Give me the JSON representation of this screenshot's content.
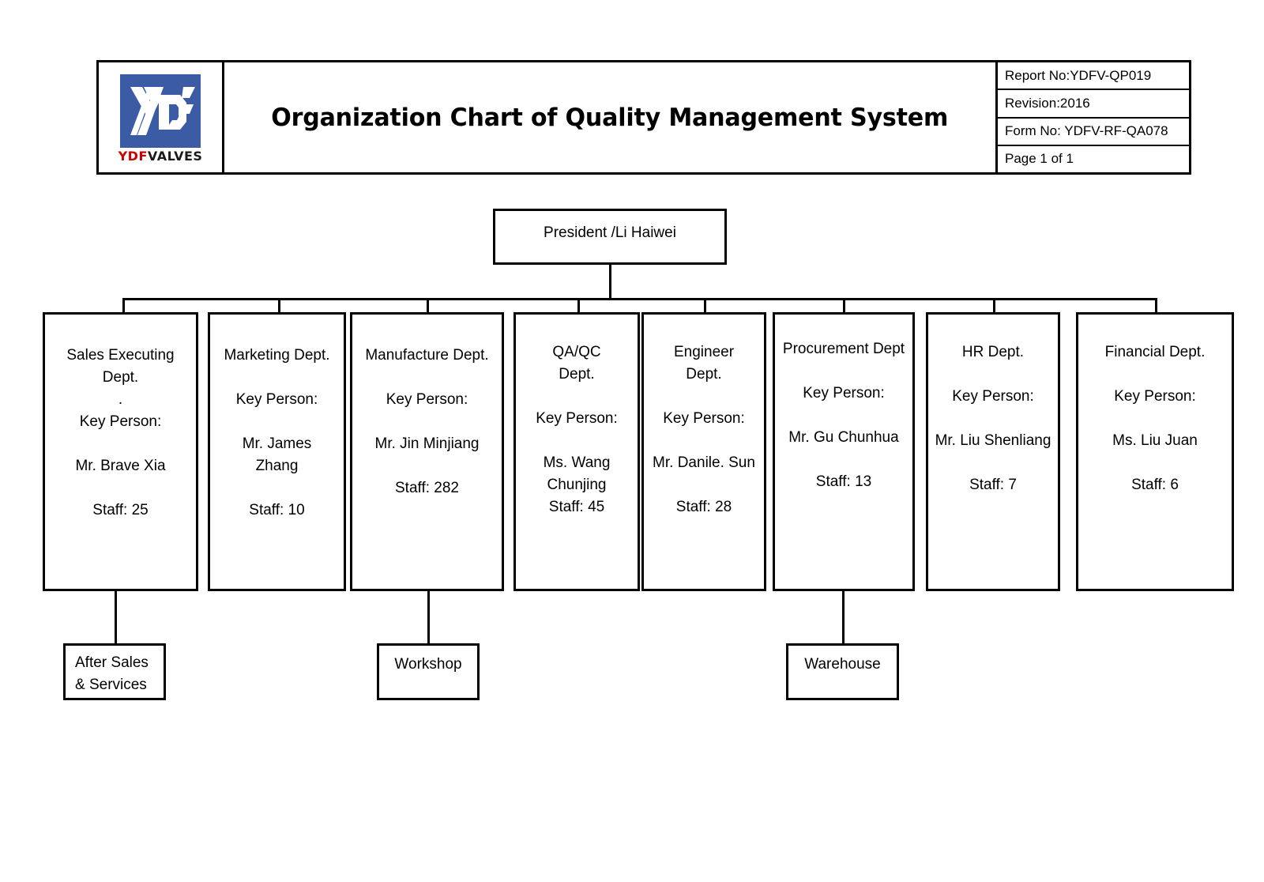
{
  "header": {
    "logo": {
      "mark_alt": "ydf-logo-mark",
      "word_red": "YDF",
      "word_black": "VALVES",
      "brand_blue": "#3b5ba5",
      "brand_red": "#cc0000"
    },
    "title": "Organization Chart of Quality Management System",
    "meta": [
      "Report No:YDFV-QP019",
      "Revision:2016",
      "Form No: YDFV-RF-QA078",
      "Page 1 of 1"
    ]
  },
  "chart_data": {
    "type": "diagram",
    "title": "Organization Chart of Quality Management System",
    "root": {
      "label": "President /Li Haiwei"
    },
    "departments": [
      {
        "id": "sales-executing",
        "lines": [
          "Sales Executing",
          "Dept.",
          ".",
          "Key Person:",
          "",
          "Mr. Brave Xia",
          "",
          "Staff: 25"
        ],
        "name": "Sales Executing Dept.",
        "key_person_label": "Key Person:",
        "key_person": "Mr. Brave Xia",
        "staff": "Staff: 25",
        "staff_count": 25,
        "child": {
          "lines": [
            "After Sales",
            "& Services"
          ],
          "align": "left"
        }
      },
      {
        "id": "marketing",
        "lines": [
          "Marketing Dept.",
          "",
          "Key Person:",
          "",
          "Mr. James",
          "Zhang",
          "",
          "Staff: 10"
        ],
        "name": "Marketing Dept.",
        "key_person_label": "Key Person:",
        "key_person": "Mr. James Zhang",
        "staff": "Staff: 10",
        "staff_count": 10,
        "child": null
      },
      {
        "id": "manufacture",
        "lines": [
          "Manufacture Dept.",
          "",
          "Key Person:",
          "",
          "Mr. Jin Minjiang",
          "",
          "Staff: 282"
        ],
        "name": "Manufacture Dept.",
        "key_person_label": "Key Person:",
        "key_person": "Mr. Jin Minjiang",
        "staff": "Staff: 282",
        "staff_count": 282,
        "child": {
          "lines": [
            "Workshop"
          ],
          "align": "center"
        }
      },
      {
        "id": "qa-qc",
        "lines": [
          "QA/QC",
          "Dept.",
          "",
          "Key Person:",
          "",
          "Ms. Wang",
          "Chunjing",
          "Staff: 45"
        ],
        "name": "QA/QC Dept.",
        "key_person_label": "Key Person:",
        "key_person": "Ms. Wang Chunjing",
        "staff": "Staff: 45",
        "staff_count": 45,
        "child": null
      },
      {
        "id": "engineer",
        "lines": [
          "Engineer",
          "Dept.",
          "",
          "Key Person:",
          "",
          "Mr. Danile. Sun",
          "",
          "Staff: 28"
        ],
        "name": "Engineer Dept.",
        "key_person_label": "Key Person:",
        "key_person": "Mr. Danile. Sun",
        "staff": "Staff: 28",
        "staff_count": 28,
        "child": null
      },
      {
        "id": "procurement",
        "lines": [
          "Procurement Dept",
          "",
          "Key Person:",
          "",
          "Mr. Gu Chunhua",
          "",
          "Staff: 13"
        ],
        "name": "Procurement Dept",
        "key_person_label": "Key Person:",
        "key_person": "Mr. Gu Chunhua",
        "staff": "Staff: 13",
        "staff_count": 13,
        "child": {
          "lines": [
            "Warehouse"
          ],
          "align": "center"
        }
      },
      {
        "id": "hr",
        "lines": [
          "HR Dept.",
          "",
          "Key Person:",
          "",
          "Mr. Liu Shenliang",
          "",
          "Staff: 7"
        ],
        "name": "HR Dept.",
        "key_person_label": "Key Person:",
        "key_person": "Mr. Liu Shenliang",
        "staff": "Staff: 7",
        "staff_count": 7,
        "child": null
      },
      {
        "id": "financial",
        "lines": [
          "Financial Dept.",
          "",
          "Key Person:",
          "",
          "Ms. Liu Juan",
          "",
          "Staff: 6"
        ],
        "name": "Financial Dept.",
        "key_person_label": "Key Person:",
        "key_person": "Ms. Liu Juan",
        "staff": "Staff: 6",
        "staff_count": 6,
        "child": null
      }
    ]
  }
}
